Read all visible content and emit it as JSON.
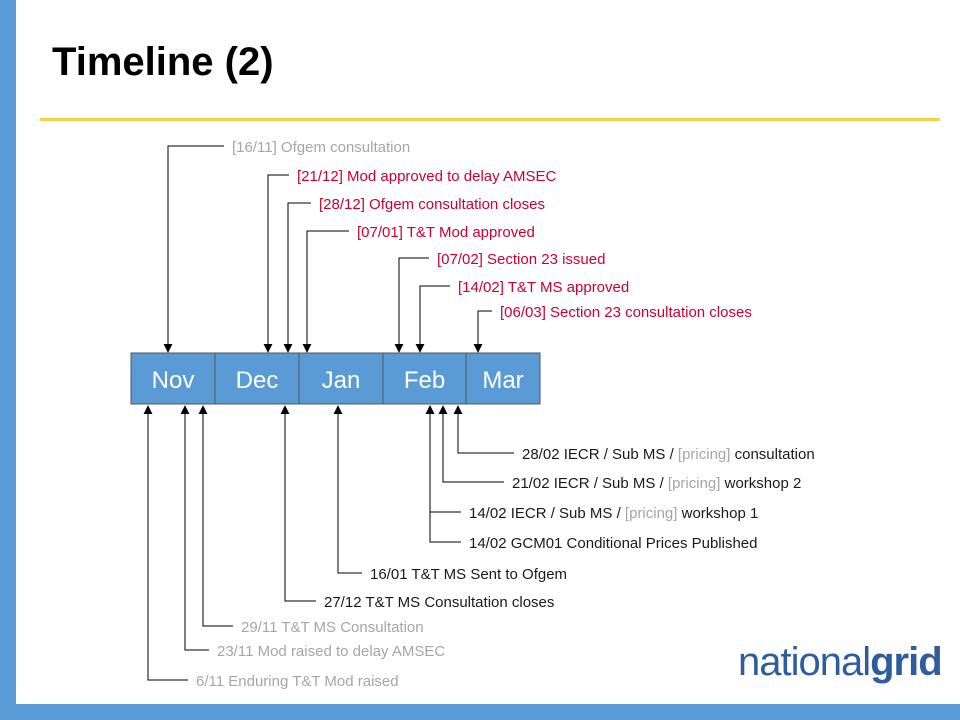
{
  "slide": {
    "title": "Timeline (2)",
    "logo": {
      "part1": "national",
      "part2": "grid"
    }
  },
  "colors": {
    "grey": "#a6a6a6",
    "red": "#cc0033",
    "dark": "#1a1a1a",
    "month_fill": "#5b9bd5",
    "accent_bar": "#5b9bd5",
    "rule": "#f2d24b",
    "logo": "#2e5d9e"
  },
  "months": [
    "Nov",
    "Dec",
    "Jan",
    "Feb",
    "Mar"
  ],
  "events_above": [
    {
      "parts": [
        {
          "t": "[16/11] Ofgem consultation",
          "c": "grey"
        }
      ]
    },
    {
      "parts": [
        {
          "t": "[21/12] Mod approved to delay AMSEC",
          "c": "red"
        }
      ]
    },
    {
      "parts": [
        {
          "t": "[28/12] Ofgem consultation closes",
          "c": "red"
        }
      ]
    },
    {
      "parts": [
        {
          "t": "[07/01] T&T Mod approved",
          "c": "red"
        }
      ]
    },
    {
      "parts": [
        {
          "t": "[07/02] Section 23 issued",
          "c": "red"
        }
      ]
    },
    {
      "parts": [
        {
          "t": "[14/02] T&T MS approved",
          "c": "red"
        }
      ]
    },
    {
      "parts": [
        {
          "t": "[06/03] Section 23 consultation closes",
          "c": "red"
        }
      ]
    }
  ],
  "events_below": [
    {
      "parts": [
        {
          "t": "28/02 IECR / Sub MS / ",
          "c": "dark"
        },
        {
          "t": "[pricing]",
          "c": "grey"
        },
        {
          "t": " consultation",
          "c": "dark"
        }
      ]
    },
    {
      "parts": [
        {
          "t": "21/02 IECR / Sub MS / ",
          "c": "dark"
        },
        {
          "t": "[pricing]",
          "c": "grey"
        },
        {
          "t": " workshop 2",
          "c": "dark"
        }
      ]
    },
    {
      "parts": [
        {
          "t": "14/02 IECR / Sub MS / ",
          "c": "dark"
        },
        {
          "t": "[pricing]",
          "c": "grey"
        },
        {
          "t": " workshop 1",
          "c": "dark"
        }
      ]
    },
    {
      "parts": [
        {
          "t": "14/02 GCM01 Conditional Prices Published",
          "c": "dark"
        }
      ]
    },
    {
      "parts": [
        {
          "t": "16/01 T&T MS Sent to Ofgem",
          "c": "dark"
        }
      ]
    },
    {
      "parts": [
        {
          "t": "27/12 T&T MS Consultation closes",
          "c": "dark"
        }
      ]
    },
    {
      "parts": [
        {
          "t": "29/11 T&T MS Consultation",
          "c": "grey"
        }
      ]
    },
    {
      "parts": [
        {
          "t": "23/11 Mod raised to delay AMSEC",
          "c": "grey"
        }
      ]
    },
    {
      "parts": [
        {
          "t": "6/11 Enduring T&T Mod raised",
          "c": "grey"
        }
      ]
    }
  ]
}
